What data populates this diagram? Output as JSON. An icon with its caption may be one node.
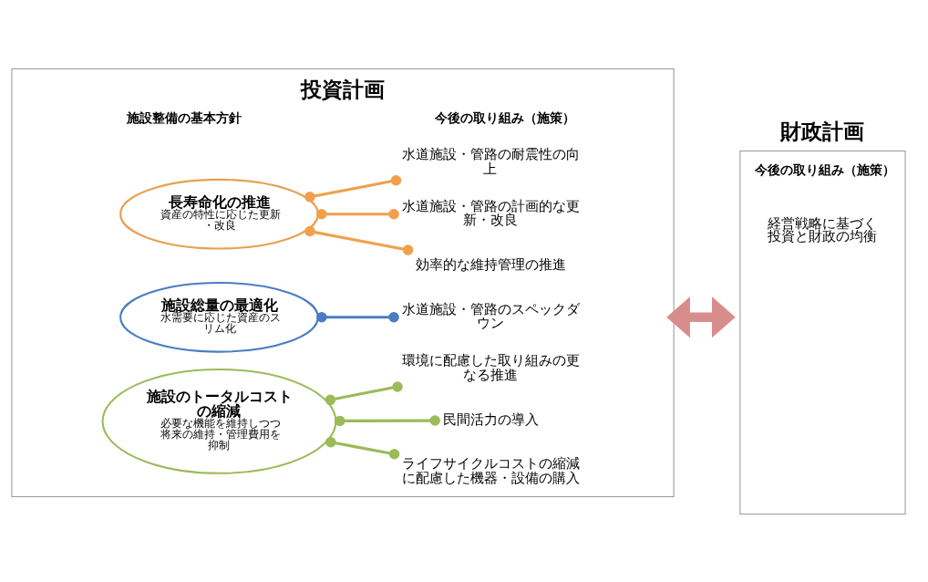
{
  "diagram": {
    "nodes": [
      {
        "text": [
          "投資計画",
          "施設整備の基本方針",
          "今後の取り組み（施策）"
        ]
      },
      {
        "text": [
          "財政計画",
          "今後の取り組み（施策）",
          "経営戦略に基づく投資と財政の均衡"
        ]
      },
      {
        "text": [
          "長寿命化の推進",
          "資産の特性に応じた更新・改良"
        ],
        "in": 0
      },
      {
        "text": [
          "効率的な維持管理の推進"
        ],
        "in": 0
      },
      {
        "text": [
          "水道施設・管路の計画的な更新・改良"
        ],
        "in": 0
      },
      {
        "text": [
          "水道施設・管路の耐震性の向上"
        ],
        "in": 0
      },
      {
        "text": [
          "施設総量の最適化",
          "水需要に応じた資産のスリム化"
        ],
        "in": 0
      },
      {
        "text": [
          "水道施設・管路のスペックダウン"
        ],
        "in": 0
      },
      {
        "text": [
          "施設のトータルコストの縮減",
          "必要な機能を維持しつつ将来の維持・管理費用を抑制"
        ],
        "in": 0
      },
      {
        "text": [
          "ライフサイクルコストの縮減に配慮した機器・設備の購入"
        ],
        "in": 0
      },
      {
        "text": [
          "民間活力の導入"
        ],
        "in": 0
      },
      {
        "text": [
          "環境に配慮した取り組みの更なる推進"
        ],
        "in": 0
      }
    ],
    "edges": [
      {
        "from": 2,
        "to": 3,
        "arrow": "other",
        "color": "#f0a04b"
      },
      {
        "from": 2,
        "to": 4,
        "arrow": "other",
        "color": "#f0a04b"
      },
      {
        "from": 2,
        "to": 5,
        "arrow": "other",
        "color": "#f0a04b"
      },
      {
        "from": 6,
        "to": 7,
        "arrow": "other",
        "color": "#4a7cc4"
      },
      {
        "from": 8,
        "to": 9,
        "arrow": "other",
        "color": "#9bbb59"
      },
      {
        "from": 8,
        "to": 10,
        "arrow": "other",
        "color": "#9bbb59"
      },
      {
        "from": 8,
        "to": 11,
        "arrow": "other",
        "color": "#9bbb59"
      },
      {
        "from": 0,
        "to": 1,
        "arrow": "both",
        "style": "thick",
        "color": "#d98c8c"
      }
    ]
  }
}
